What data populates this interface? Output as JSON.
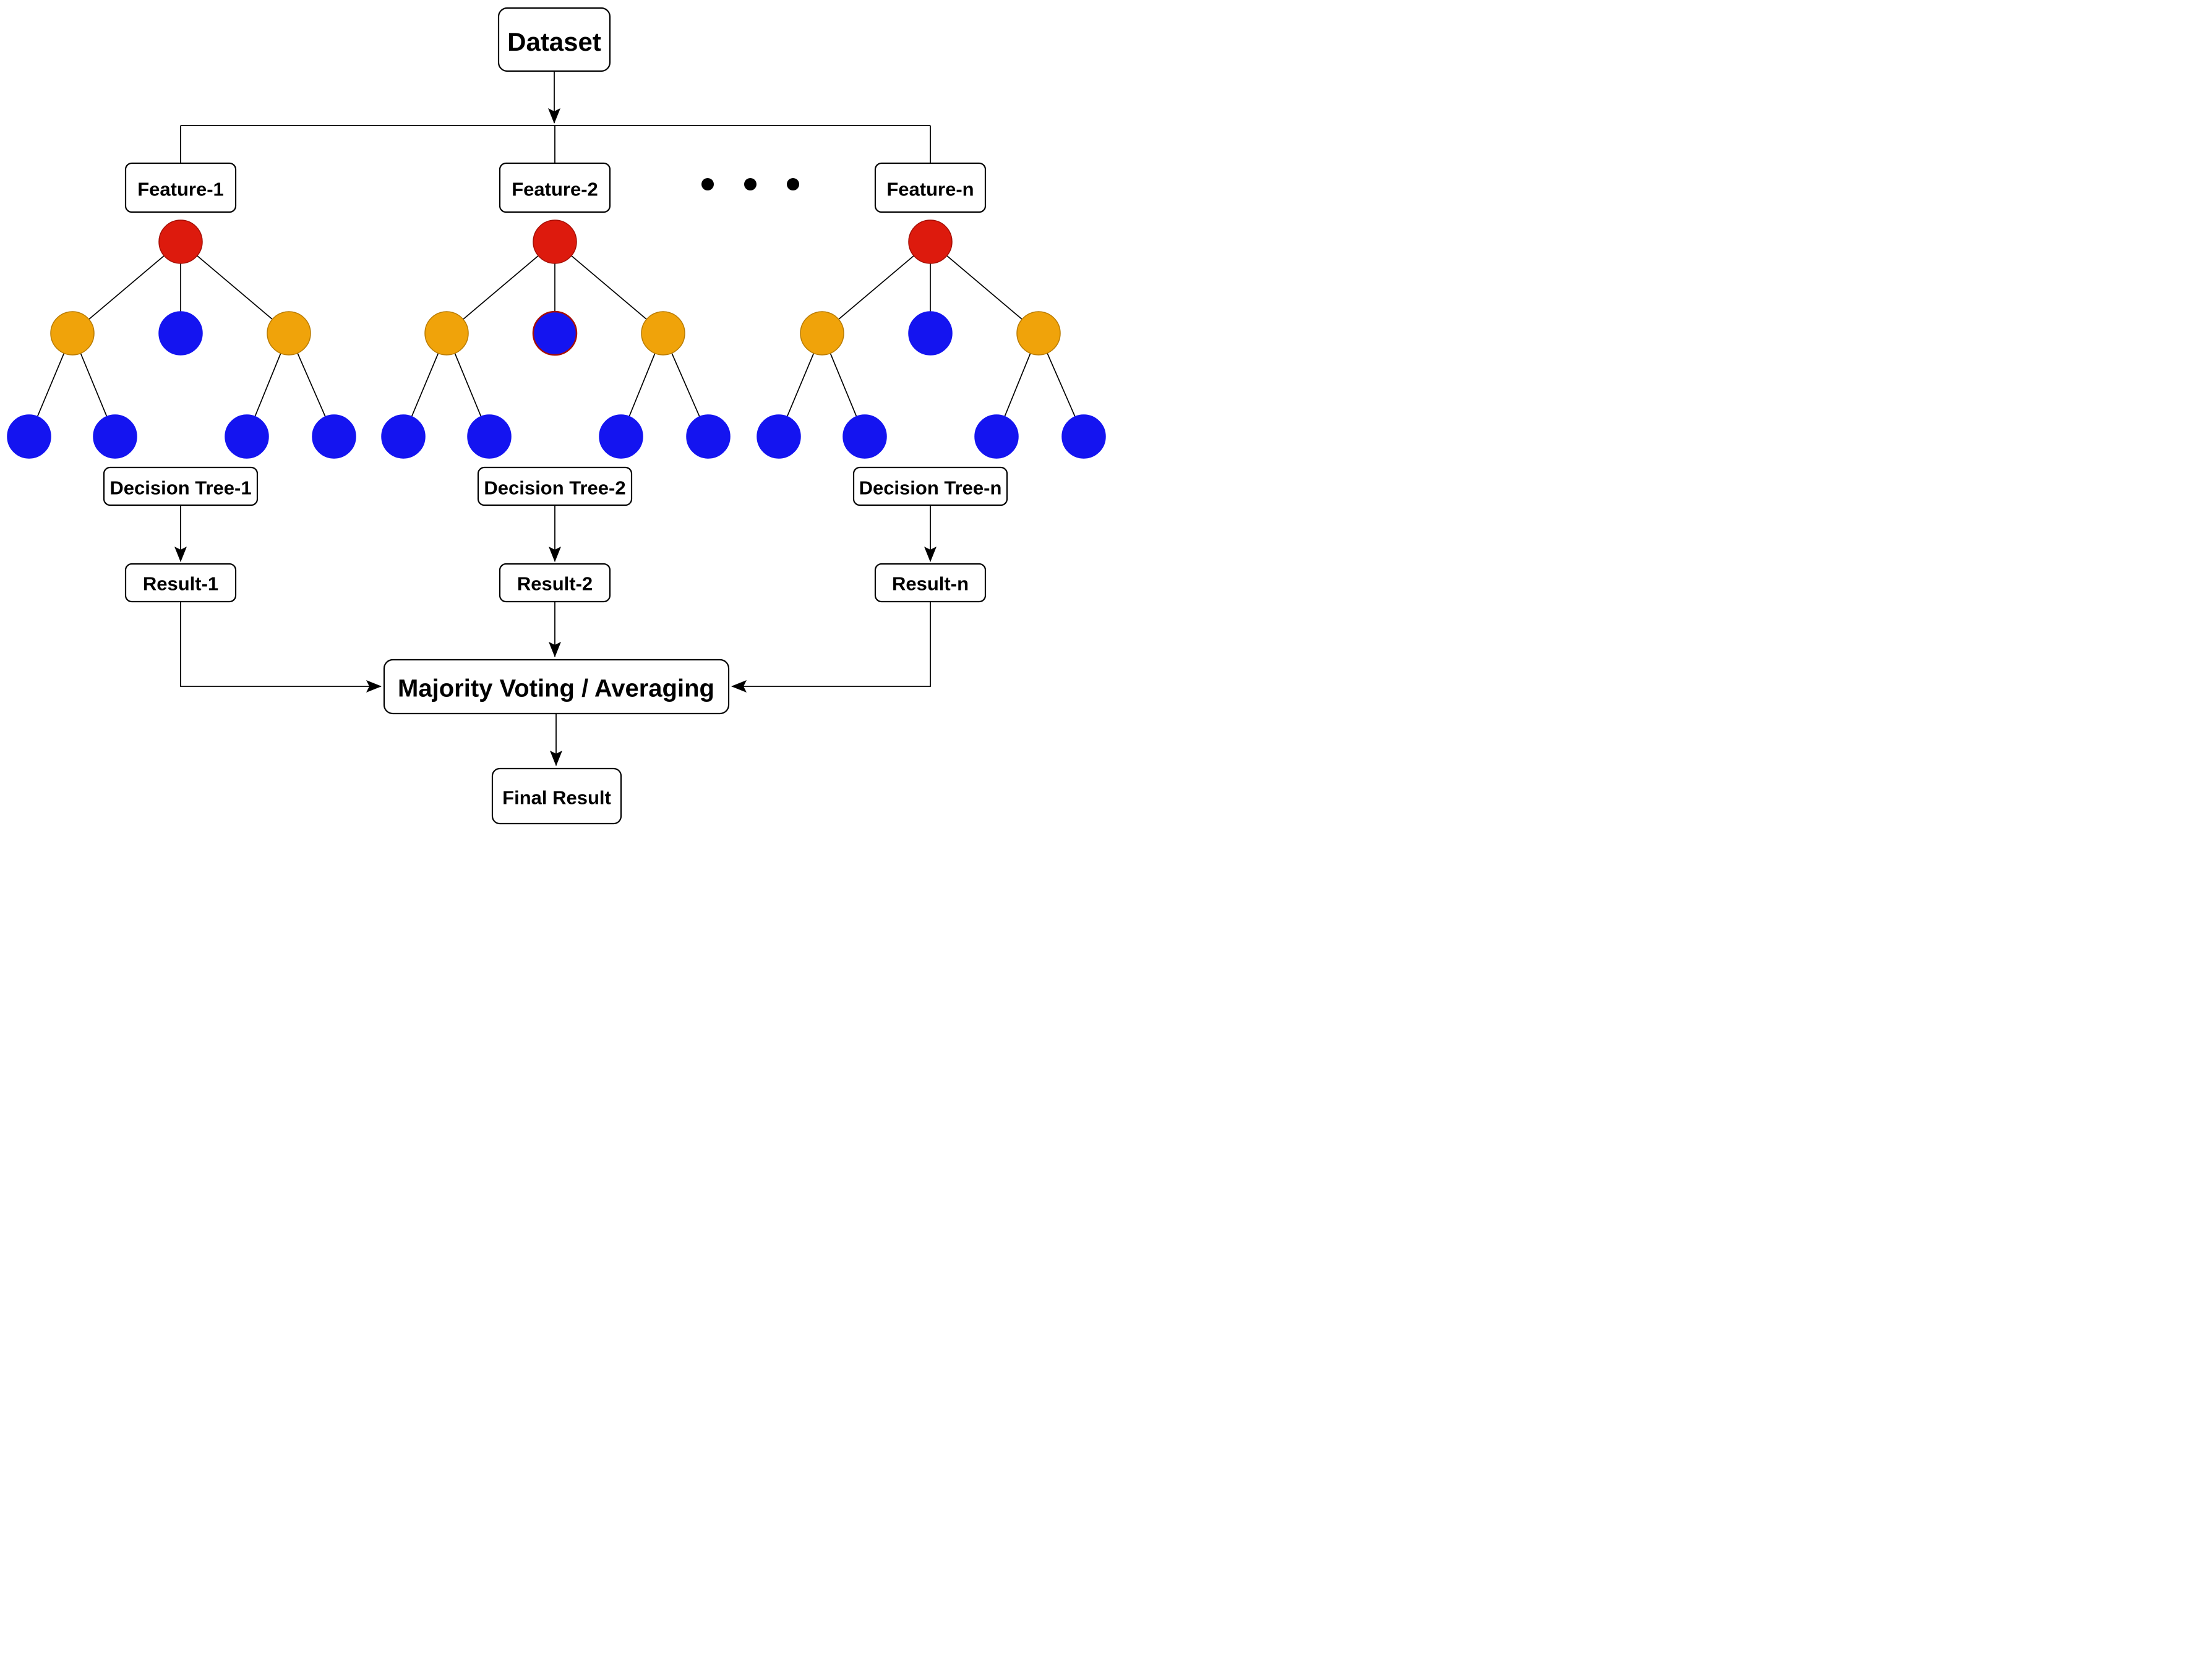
{
  "diagram": {
    "dataset_label": "Dataset",
    "aggregation_label": "Majority Voting / Averaging",
    "final_label": "Final Result"
  },
  "branches": [
    {
      "feature": "Feature-1",
      "tree_name": "Decision Tree-1",
      "result": "Result-1"
    },
    {
      "feature": "Feature-2",
      "tree_name": "Decision Tree-2",
      "result": "Result-2"
    },
    {
      "feature": "Feature-n",
      "tree_name": "Decision Tree-n",
      "result": "Result-n"
    }
  ],
  "ellipsis_dots": 3,
  "palette": {
    "red": "#DD1A0D",
    "red_dark": "#A50E04",
    "orange": "#F0A30A",
    "orange_dark": "#B97B00",
    "blue": "#1414F0",
    "line": "#000000",
    "box_fill": "#FFFFFF",
    "box_border": "#000000",
    "dot": "#000000"
  },
  "trees": [
    {
      "root": {
        "fill": "red",
        "border": "red_dark"
      },
      "children": [
        {
          "fill": "orange",
          "border": "orange_dark"
        },
        {
          "fill": "blue"
        },
        {
          "fill": "orange",
          "border": "orange_dark"
        }
      ],
      "leaves": [
        {
          "fill": "blue"
        },
        {
          "fill": "blue"
        },
        {
          "fill": "blue"
        },
        {
          "fill": "blue"
        }
      ]
    },
    {
      "root": {
        "fill": "red",
        "border": "red_dark"
      },
      "children": [
        {
          "fill": "orange",
          "border": "orange_dark"
        },
        {
          "fill": "blue",
          "border": "red_dark"
        },
        {
          "fill": "orange",
          "border": "orange_dark"
        }
      ],
      "leaves": [
        {
          "fill": "blue"
        },
        {
          "fill": "blue"
        },
        {
          "fill": "blue"
        },
        {
          "fill": "blue"
        }
      ]
    },
    {
      "root": {
        "fill": "red",
        "border": "red_dark"
      },
      "children": [
        {
          "fill": "orange",
          "border": "orange_dark"
        },
        {
          "fill": "blue"
        },
        {
          "fill": "orange",
          "border": "orange_dark"
        }
      ],
      "leaves": [
        {
          "fill": "blue"
        },
        {
          "fill": "blue"
        },
        {
          "fill": "blue"
        },
        {
          "fill": "blue"
        }
      ]
    }
  ]
}
